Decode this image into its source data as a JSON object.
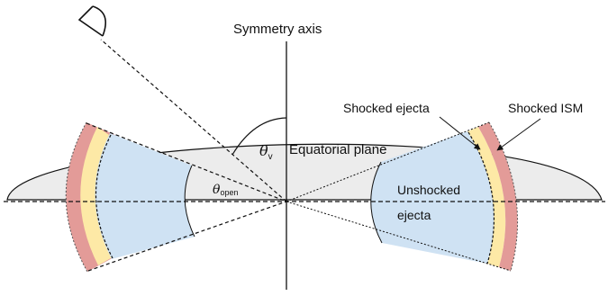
{
  "labels": {
    "symmetry_axis": "Symmetry axis",
    "equatorial_plane": "Equatorial plane",
    "shocked_ejecta": "Shocked ejecta",
    "shocked_ism": "Shocked ISM",
    "unshocked_line1": "Unshocked",
    "unshocked_line2": "ejecta",
    "theta_v_symbol": "θ",
    "theta_v_sub": "v",
    "theta_open_symbol": "θ",
    "theta_open_sub": "open"
  },
  "colors": {
    "equatorial_plane_fill": "#ececec",
    "unshocked_ejecta": "#cfe2f3",
    "shocked_ejecta": "#fde9a6",
    "shocked_ism": "#e39b98",
    "line": "#111111"
  },
  "icons": {
    "observer": "observer-eye-icon"
  }
}
